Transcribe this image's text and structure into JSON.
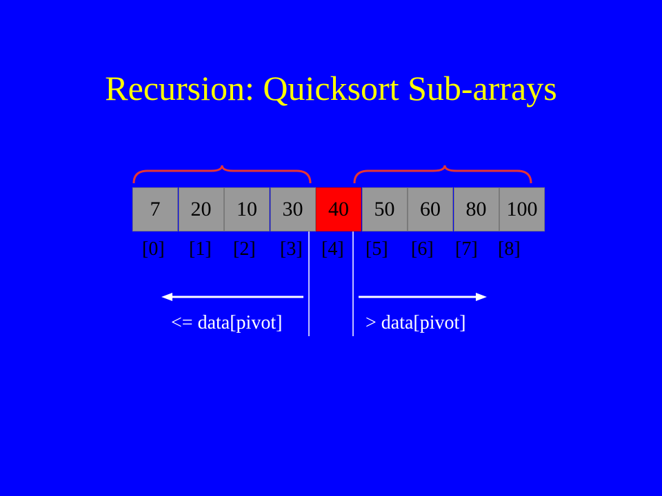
{
  "slide": {
    "title": "Recursion: Quicksort Sub-arrays",
    "colors": {
      "background": "#0000ff",
      "title": "#ffff00",
      "cell": "#999999",
      "pivot": "#ff0000",
      "brace": "#e53535",
      "divider": "#ffffff",
      "arrow": "#ffffff"
    }
  },
  "array": {
    "values": [
      "7",
      "20",
      "10",
      "30",
      "40",
      "50",
      "60",
      "80",
      "100"
    ],
    "pivot_index": 4
  },
  "indices": [
    "[0]",
    "[1]",
    "[2]",
    "[3]",
    "[4]",
    "[5]",
    "[6]",
    "[7]",
    "[8]"
  ],
  "partitions": {
    "left_label": "<= data[pivot]",
    "right_label": "> data[pivot]"
  }
}
